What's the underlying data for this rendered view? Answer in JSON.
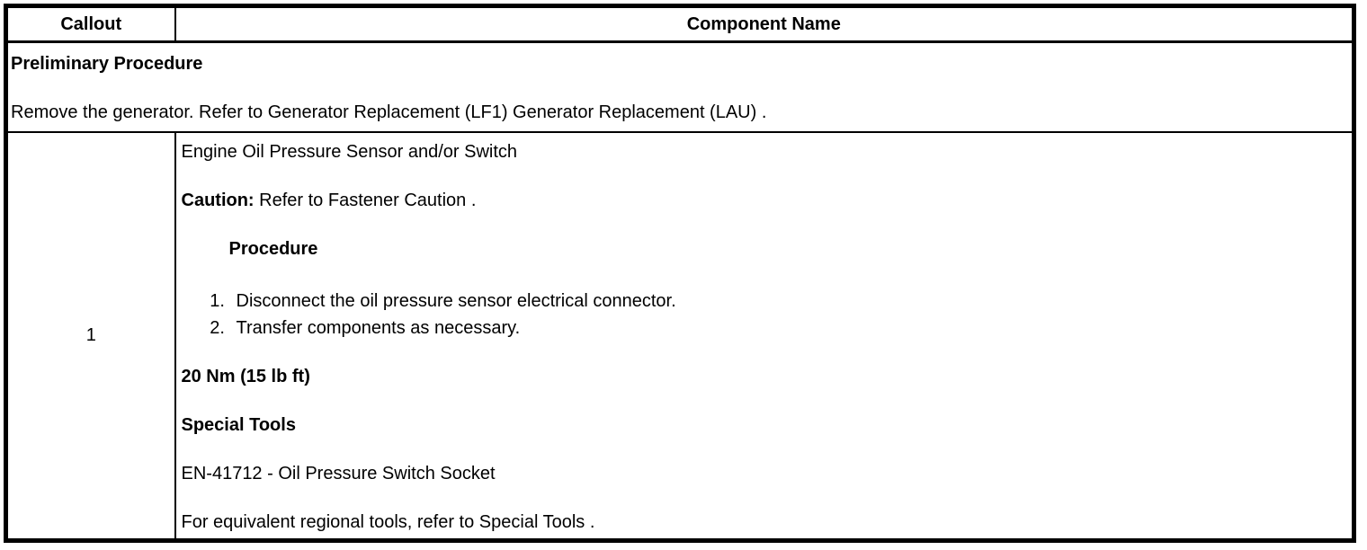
{
  "table": {
    "header": {
      "callout": "Callout",
      "component_name": "Component Name"
    },
    "preliminary": {
      "title": "Preliminary Procedure",
      "text": "Remove the generator. Refer to Generator Replacement (LF1) Generator Replacement (LAU) ."
    },
    "row": {
      "callout": "1",
      "component": {
        "name": "Engine Oil Pressure Sensor and/or Switch",
        "caution_label": "Caution:",
        "caution_text": "Refer to Fastener Caution .",
        "procedure_title": "Procedure",
        "steps": [
          "Disconnect the oil pressure sensor electrical connector.",
          "Transfer components as necessary."
        ],
        "torque": "20 Nm (15 lb ft)",
        "special_tools_title": "Special Tools",
        "special_tool": "EN-41712 - Oil Pressure Switch Socket",
        "equivalent_tools_text": "For equivalent regional tools, refer to Special Tools ."
      }
    }
  },
  "colors": {
    "border": "#000000",
    "text": "#000000",
    "background": "#ffffff"
  }
}
